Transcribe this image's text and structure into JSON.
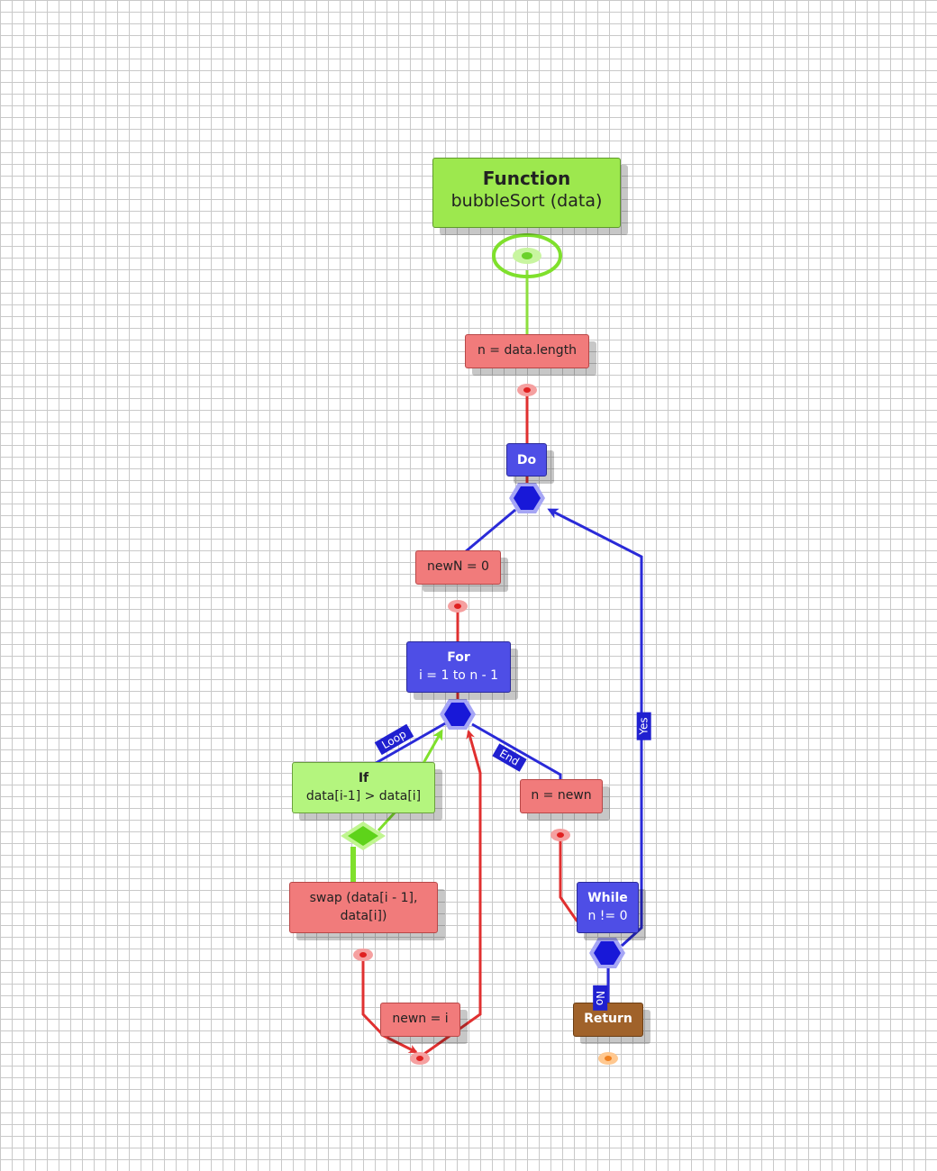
{
  "colors": {
    "function": "#9de84e",
    "statement": "#f17b7b",
    "loop": "#4e4ee6",
    "condition": "#b4f57e",
    "return": "#a0622a",
    "flow_green": "#7fe02c",
    "flow_red": "#e03030",
    "flow_blue": "#2a2ad8"
  },
  "nodes": {
    "function": {
      "kind": "Function",
      "text": "bubbleSort (data)"
    },
    "assign_n": {
      "text": "n = data.length"
    },
    "do_loop": {
      "kind": "Do"
    },
    "assign_newn": {
      "text": "newN = 0"
    },
    "for_loop": {
      "kind": "For",
      "text": "i = 1 to n - 1"
    },
    "if_cond": {
      "kind": "If",
      "text": "data[i-1] > data[i]"
    },
    "swap": {
      "line1": "swap (data[i - 1],",
      "line2": "data[i])"
    },
    "assign_newn_i": {
      "text": "newn = i"
    },
    "assign_n_newn": {
      "text": "n = newn"
    },
    "while_cond": {
      "kind": "While",
      "text": "n != 0"
    },
    "return": {
      "kind": "Return"
    }
  },
  "edge_labels": {
    "loop": "Loop",
    "end": "End",
    "yes": "Yes",
    "no": "No"
  }
}
